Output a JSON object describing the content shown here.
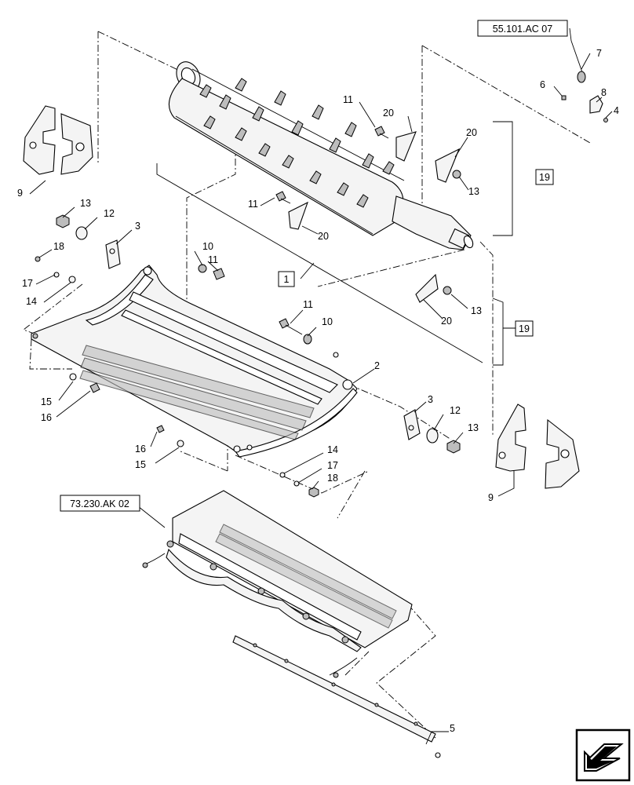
{
  "references": {
    "top_ref": "55.101.AC 07",
    "bottom_ref": "73.230.AK 02"
  },
  "callouts": {
    "c1": "1",
    "c2": "2",
    "c3a": "3",
    "c3b": "3",
    "c4": "4",
    "c5": "5",
    "c6": "6",
    "c7": "7",
    "c8": "8",
    "c9a": "9",
    "c9b": "9",
    "c10a": "10",
    "c10b": "10",
    "c11a": "11",
    "c11b": "11",
    "c11c": "11",
    "c11d": "11",
    "c12a": "12",
    "c12b": "12",
    "c13a": "13",
    "c13b": "13",
    "c13c": "13",
    "c13d": "13",
    "c14a": "14",
    "c14b": "14",
    "c15a": "15",
    "c15b": "15",
    "c16a": "16",
    "c16b": "16",
    "c17a": "17",
    "c17b": "17",
    "c18a": "18",
    "c18b": "18",
    "c19a": "19",
    "c19b": "19",
    "c20a": "20",
    "c20b": "20",
    "c20c": "20",
    "c20d": "20"
  },
  "icons": {
    "nav": "next-page-arrow-icon"
  }
}
